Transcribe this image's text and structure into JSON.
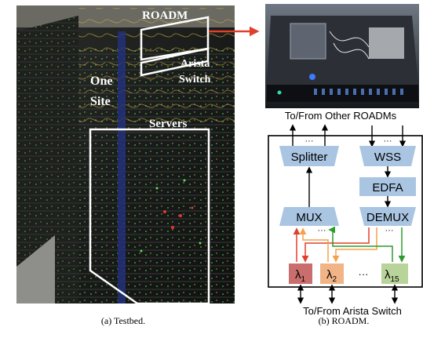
{
  "testbed_photo": {
    "labels": {
      "roadm": "ROADM",
      "one": "One",
      "site": "Site",
      "arista": "Arista",
      "switch": "Switch",
      "servers": "Servers"
    }
  },
  "roadm_diagram": {
    "top_label": "To/From Other ROADMs",
    "bottom_label": "To/From Arista Switch",
    "splitter": "Splitter",
    "wss": "WSS",
    "edfa": "EDFA",
    "mux": "MUX",
    "demux": "DEMUX",
    "ellipsis": "···",
    "lambdas": [
      {
        "base": "λ",
        "sub": "1",
        "color": "#c96d6d"
      },
      {
        "base": "λ",
        "sub": "2",
        "color": "#f0b487"
      },
      {
        "base": "λ",
        "sub": "15",
        "color": "#b9d49a"
      }
    ],
    "colors": {
      "box_fill": "#a9c5e2",
      "arrow_red": "#e0402b",
      "arrow_orange": "#f3a24a",
      "arrow_green": "#2f9a2f"
    }
  },
  "captions": {
    "a": "(a) Testbed.",
    "b": "(b) ROADM."
  }
}
